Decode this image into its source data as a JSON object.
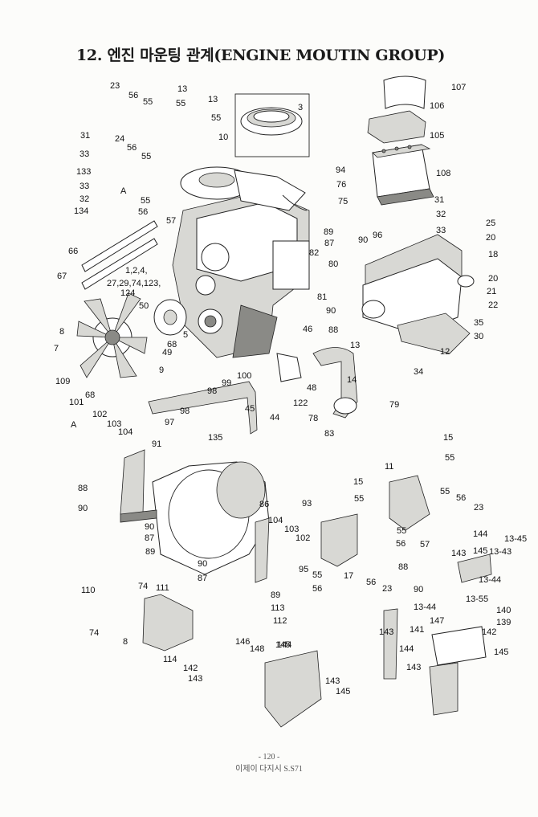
{
  "title": "12. 엔진 마운팅 관계(ENGINE MOUTIN GROUP)",
  "page_number": "- 120 -",
  "footer_text": "이제이 다지시 S.S71",
  "labels": [
    "23",
    "56",
    "55",
    "13",
    "55",
    "13",
    "55",
    "10",
    "3",
    "31",
    "24",
    "56",
    "55",
    "33",
    "133",
    "33",
    "32",
    "134",
    "A",
    "55",
    "56",
    "57",
    "94",
    "76",
    "75",
    "107",
    "106",
    "105",
    "108",
    "31",
    "32",
    "33",
    "25",
    "20",
    "18",
    "89",
    "87",
    "90",
    "96",
    "82",
    "80",
    "81",
    "90",
    "88",
    "20",
    "21",
    "22",
    "35",
    "30",
    "12",
    "66",
    "67",
    "1,2,4,",
    "27,29,74,123,",
    "124",
    "50",
    "8",
    "7",
    "5",
    "68",
    "49",
    "46",
    "13",
    "14",
    "9",
    "109",
    "101",
    "68",
    "99",
    "100",
    "98",
    "45",
    "122",
    "48",
    "44",
    "78",
    "79",
    "83",
    "34",
    "102",
    "103",
    "104",
    "A",
    "97",
    "98",
    "135",
    "91",
    "88",
    "90",
    "90",
    "87",
    "89",
    "15",
    "55",
    "11",
    "15",
    "55",
    "55",
    "56",
    "23",
    "93",
    "86",
    "104",
    "103",
    "102",
    "55",
    "56",
    "57",
    "95",
    "55",
    "56",
    "17",
    "56",
    "23",
    "88",
    "90",
    "90",
    "87",
    "89",
    "113",
    "112",
    "110",
    "74",
    "111",
    "74",
    "8",
    "114",
    "142",
    "143",
    "146",
    "148",
    "145",
    "144",
    "143",
    "145",
    "13-45",
    "13-43",
    "13-44",
    "13-44",
    "13-55",
    "140",
    "139",
    "147",
    "142",
    "141",
    "143",
    "144",
    "145",
    "143",
    "144",
    "143",
    "145"
  ]
}
